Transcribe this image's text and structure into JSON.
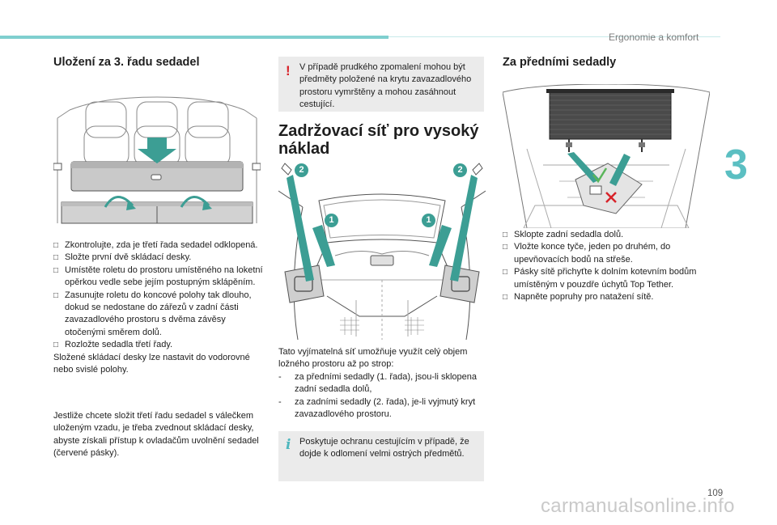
{
  "header": {
    "section_label": "Ergonomie a komfort",
    "chapter_number": "3"
  },
  "left": {
    "title": "Uložení za 3. řadu sedadel",
    "steps": [
      "Zkontrolujte, zda je třetí řada sedadel odklopená.",
      "Složte první dvě skládací desky.",
      "Umístěte roletu do prostoru umístěného na loketní opěrkou vedle sebe jejím postupným sklápěním.",
      "Zasunujte roletu do koncové polohy tak dlouho, dokud se nedostane do zářezů v zadní části zavazadlového prostoru s dvěma závěsy otočenými směrem dolů.",
      "Rozložte sedadla třetí řady."
    ],
    "note": "Složené skládací desky lze nastavit do vodorovné nebo svislé polohy.",
    "paragraph": "Jestliže chcete složit třetí řadu sedadel s válečkem uloženým vzadu, je třeba zvednout skládací desky, abyste získali přístup k ovladačům uvolnění sedadel (červené pásky)."
  },
  "middle": {
    "warning_text": "V případě prudkého zpomalení mohou být předměty položené na krytu zavazadlového prostoru vymrštěny a mohou zasáhnout cestující.",
    "title": "Zadržovací síť pro vysoký náklad",
    "callout_1": "1",
    "callout_2": "2",
    "intro": "Tato vyjímatelná síť umožňuje využít celý objem ložného prostoru až po strop:",
    "items": [
      "za předními sedadly (1. řada), jsou-li sklopena zadní sedadla dolů,",
      "za zadními sedadly (2. řada), je-li vyjmutý kryt zavazadlového prostoru."
    ],
    "info_text": "Poskytuje ochranu cestujícím v případě, že dojde k odlomení velmi ostrých předmětů."
  },
  "right": {
    "title": "Za předními sedadly",
    "steps": [
      "Sklopte zadní sedadla dolů.",
      "Vložte konce tyče, jeden po druhém, do upevňovacích bodů na střeše.",
      "Pásky sítě přichyťte k dolním kotevním bodům umístěným v pouzdře úchytů Top Tether.",
      "Napněte popruhy pro natažení sítě."
    ]
  },
  "footer": {
    "page_number": "109",
    "watermark": "carmanualsonline.info"
  },
  "icons": {
    "bullet": "checkbox-bullet-icon",
    "warning": "exclamation-warning-icon",
    "info": "info-icon"
  },
  "colors": {
    "accent": "#5bbfc2",
    "warning": "#d8232a",
    "arrow": "#3c9e94",
    "box_bg": "#ebebeb"
  }
}
